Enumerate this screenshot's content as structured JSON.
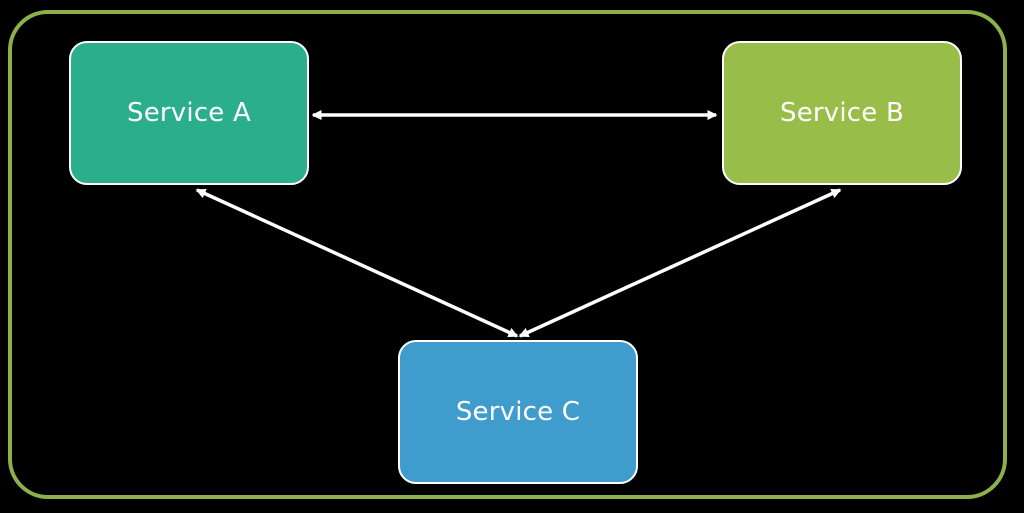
{
  "diagram": {
    "nodes": [
      {
        "id": "a",
        "label": "Service A",
        "color": "#2bae8b"
      },
      {
        "id": "b",
        "label": "Service B",
        "color": "#98bd49"
      },
      {
        "id": "c",
        "label": "Service C",
        "color": "#3f9ccd"
      }
    ],
    "edges": [
      {
        "from": "a",
        "to": "b",
        "direction": "bidirectional"
      },
      {
        "from": "a",
        "to": "c",
        "direction": "bidirectional"
      },
      {
        "from": "b",
        "to": "c",
        "direction": "bidirectional"
      }
    ],
    "colors": {
      "background": "#000000",
      "frame": "#8db14a",
      "arrow": "#ffffff",
      "node_border": "#ffffff"
    }
  }
}
